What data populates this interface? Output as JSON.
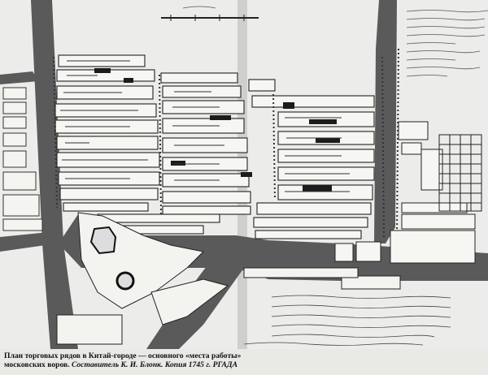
{
  "caption": {
    "line1": "План торговых рядов в Китай-городе — основного «места работы»",
    "line2_a": "московских воров. ",
    "line2_b": "Составитель К. И. Блонк. Копия 1745 г. РГАДА"
  },
  "colors": {
    "paper": "#e9e9e5",
    "ink": "#1a1a1a",
    "street": "#555555",
    "block": "#f4f4f0"
  }
}
